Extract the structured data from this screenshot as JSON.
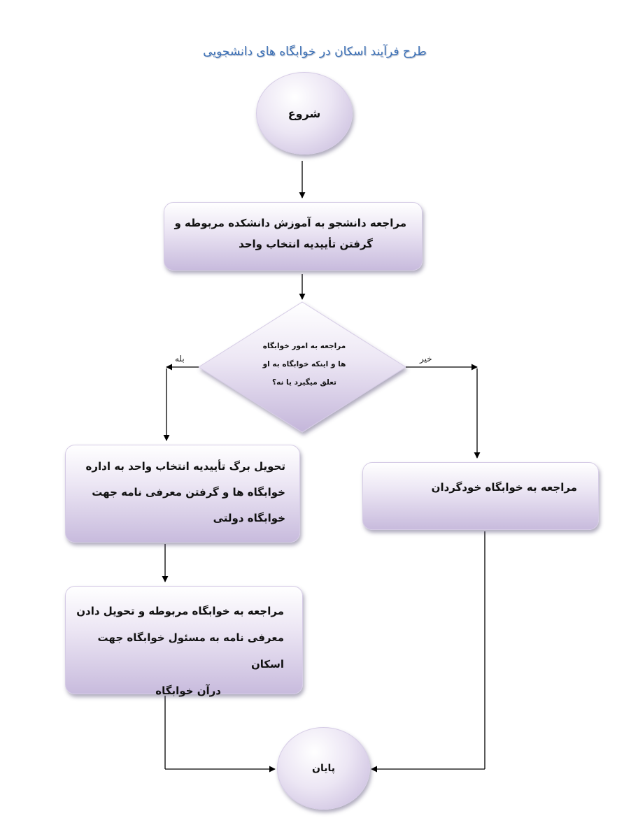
{
  "title": "طرح فرآیند اسکان در خوابگاه های دانشجویی",
  "nodes": {
    "start": "شروع",
    "step1": [
      "مراجعه دانشجو به آموزش دانشکده مربوطه و",
      "گرفتن تأییدیه انتخاب واحد"
    ],
    "decision": [
      "مراجعه به امور خوابگاه",
      "ها و اینکه خوابگاه به او",
      "تعلق میگیرد یا نه؟"
    ],
    "yes_step": [
      "تحویل برگ تأییدیه انتخاب واحد به اداره",
      "خوابگاه ها و گرفتن معرفی نامه جهت",
      "خوابگاه دولتی"
    ],
    "no_step": "مراجعه به خوابگاه خودگردان",
    "yes_step2": [
      "مراجعه به خوابگاه مربوطه  و تحویل دادن",
      "معرفی نامه به  مسئول خوابگاه جهت اسکان",
      "درآن خوابگاه"
    ],
    "end": "پایان"
  },
  "edges": {
    "yes_label": "بله",
    "no_label": "خیر"
  },
  "colors": {
    "title": "#3a6fb5",
    "shape_fill_light": "#ece6f4",
    "shape_fill_dark": "#c8bbdd",
    "line": "#000000"
  }
}
